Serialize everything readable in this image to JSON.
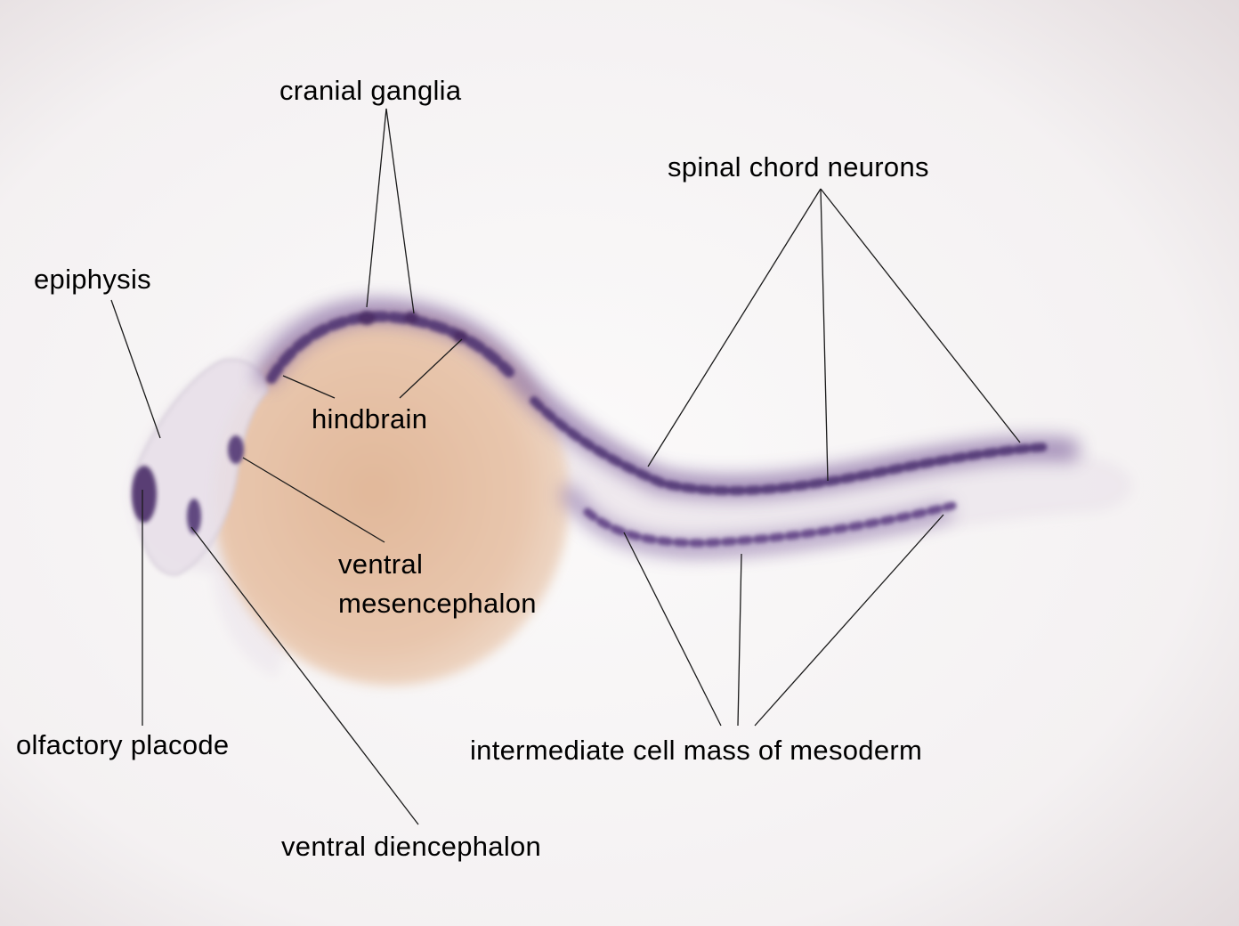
{
  "labels": {
    "cranial_ganglia": "cranial ganglia",
    "spinal_chord_neurons": "spinal chord neurons",
    "epiphysis": "epiphysis",
    "hindbrain": "hindbrain",
    "ventral_mesencephalon_line1": "ventral",
    "ventral_mesencephalon_line2": "mesencephalon",
    "olfactory_placode": "olfactory placode",
    "intermediate_cell_mass": "intermediate cell mass of mesoderm",
    "ventral_diencephalon": "ventral diencephalon"
  },
  "colors": {
    "background": "#f6f3f4",
    "yolk": "#e9c8ad",
    "stain": "#4a2d6e",
    "leader_line": "#1a1a1a"
  }
}
